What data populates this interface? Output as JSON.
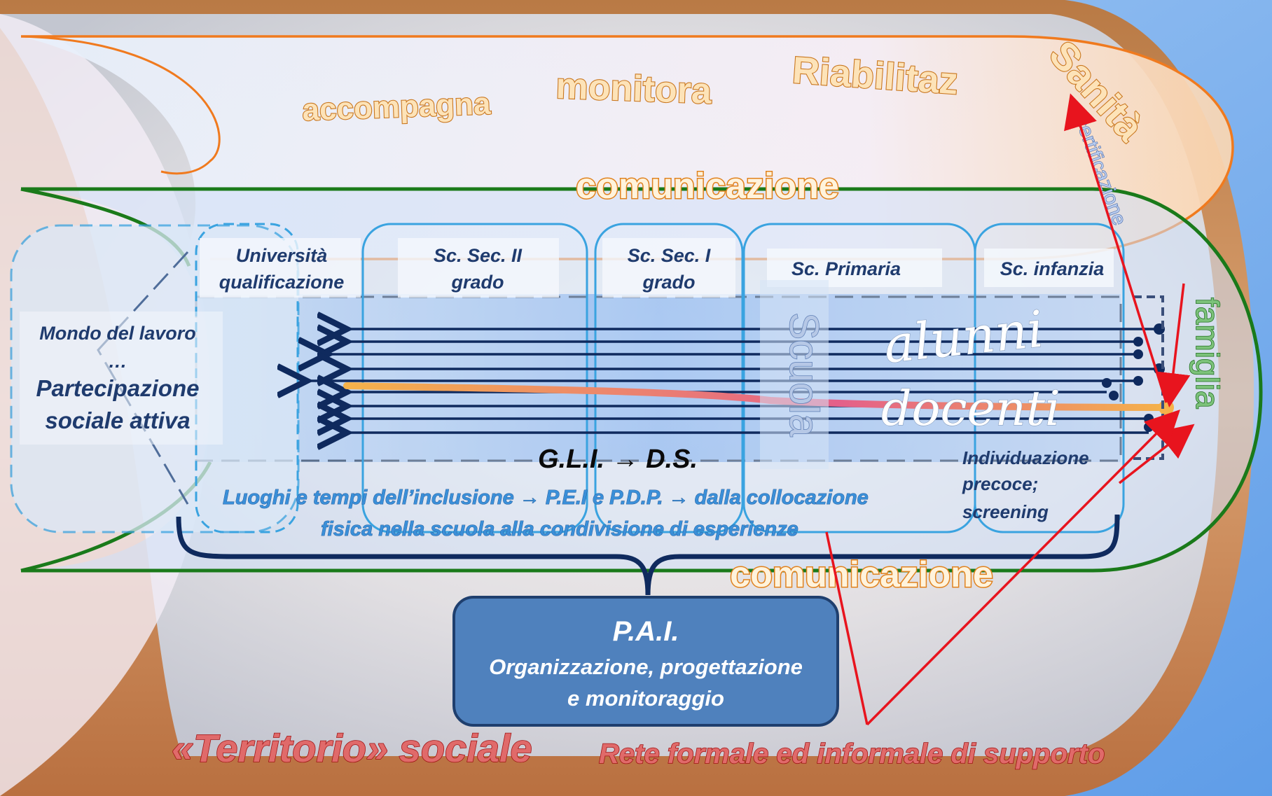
{
  "outer": {
    "top_words": [
      "accompagna",
      "monitora",
      "Riabilitaz",
      "Sanità"
    ],
    "certificazione": "certificazione",
    "comunicazione_top": "comunicazione",
    "comunicazione_bottom": "comunicazione",
    "famiglia": "famiglia"
  },
  "left_box": {
    "line1": "Mondo del lavoro",
    "line2": "…",
    "line3": "Partecipazione",
    "line4": "sociale attiva"
  },
  "columns": [
    {
      "line1": "Università",
      "line2": "qualificazione"
    },
    {
      "line1": "Sc. Sec. II",
      "line2": "grado"
    },
    {
      "line1": "Sc. Sec. I",
      "line2": "grado"
    },
    {
      "line1": "Sc. Primaria",
      "line2": ""
    },
    {
      "line1": "Sc. infanzia",
      "line2": ""
    }
  ],
  "center": {
    "scuola": "Scuola",
    "alunni": "alunni",
    "docenti": "docenti",
    "gli_ds": "G.L.I. → D.S.",
    "individuazione_1": "Individuazione",
    "individuazione_2": "precoce;",
    "individuazione_3": "screening",
    "luoghi_1": "Luoghi e tempi dell’inclusione → P.E.I e P.D.P. → dalla collocazione",
    "luoghi_2": "fisica nella scuola alla condivisione di esperienze"
  },
  "pai": {
    "title": "P.A.I.",
    "line1": "Organizzazione,  progettazione",
    "line2": "e monitoraggio"
  },
  "bottom": {
    "territorio": "«Territorio» sociale",
    "rete": "Rete formale ed informale di supporto"
  },
  "colors": {
    "sky": "#7fb2f0",
    "tube_orange": "#c98a55",
    "orange_line": "#f07a1e",
    "green_line": "#1a7a1a",
    "navy": "#0f2a5e",
    "pai_fill": "#4f81bd",
    "red": "#e8141e",
    "box_stroke": "#3aa3e0"
  }
}
